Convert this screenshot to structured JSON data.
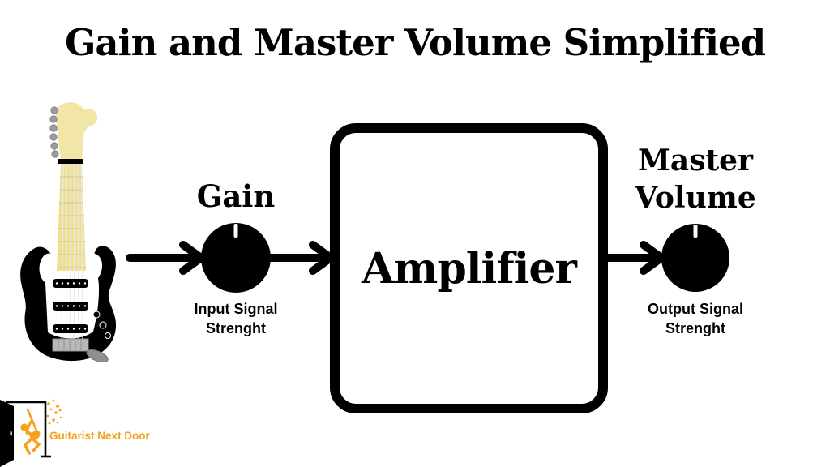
{
  "title": "Gain and Master Volume Simplified",
  "nodes": {
    "gain": {
      "label": "Gain",
      "sublabel": "Input Signal Strenght"
    },
    "amplifier": {
      "label": "Amplifier"
    },
    "master": {
      "label": "Master Volume",
      "sublabel": "Output Signal Strenght"
    }
  },
  "logo": {
    "text": "Guitarist Next Door"
  },
  "colors": {
    "ink": "#000000",
    "background": "#FFFFFF",
    "logo_orange": "#F5A11C",
    "guitar_headstock": "#F2E5A8",
    "guitar_neck": "#EFE098"
  },
  "icons": {
    "guitar": "electric-guitar-icon",
    "gain_knob": "knob-icon",
    "master_knob": "knob-icon",
    "arrows": "arrow-right-icon",
    "logo_door": "open-door-icon",
    "logo_figure": "guitarist-figure-icon",
    "logo_notes": "music-notes-icon"
  }
}
